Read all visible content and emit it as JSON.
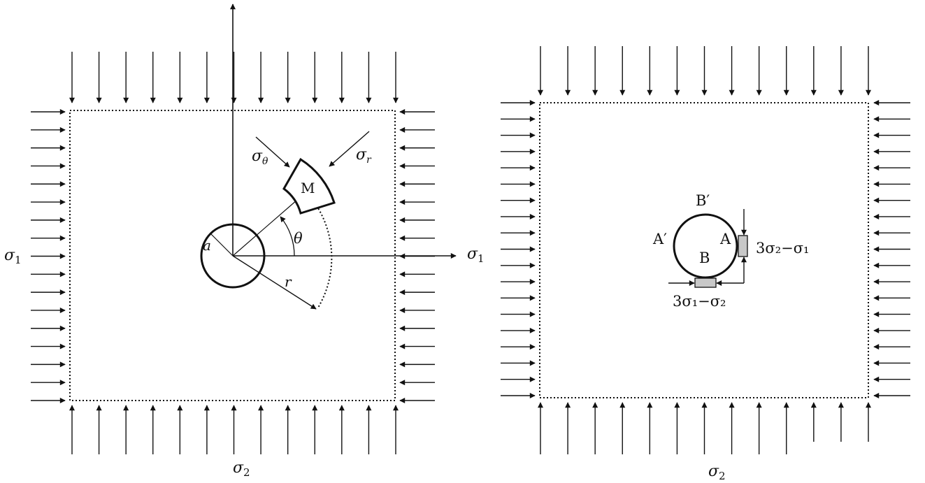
{
  "left_figure": {
    "label_sigma1_left": "σ",
    "label_sigma1_left_sub": "1",
    "label_sigma1_right": "σ",
    "label_sigma1_right_sub": "1",
    "label_sigma2": "σ",
    "label_sigma2_sub": "2",
    "label_sigma_theta": "σ",
    "label_sigma_theta_sub": "θ",
    "label_sigma_r": "σ",
    "label_sigma_r_sub": "r",
    "label_element": "M",
    "label_radius_a": "a",
    "label_angle": "θ",
    "label_r": "r"
  },
  "right_figure": {
    "label_A": "A",
    "label_A_prime": "A′",
    "label_B": "B",
    "label_B_prime": "B′",
    "label_stress_A": "3σ₂−σ₁",
    "label_stress_B": "3σ₁−σ₂",
    "label_sigma2": "σ",
    "label_sigma2_sub": "2"
  },
  "colors": {
    "line": "#111111",
    "element_fill": "#c8c8c8"
  }
}
